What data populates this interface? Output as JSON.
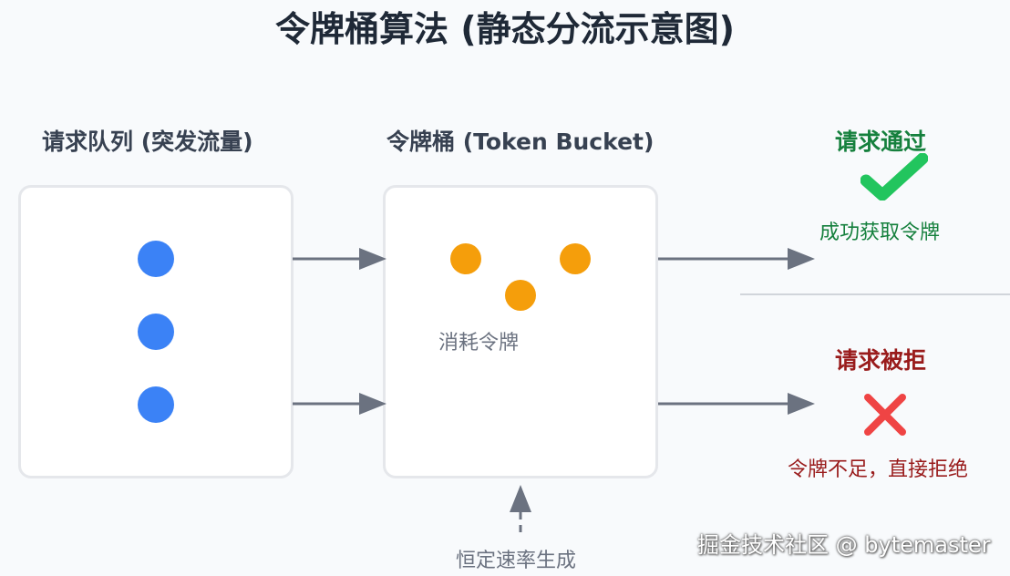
{
  "title": "令牌桶算法 (静态分流示意图)",
  "sections": {
    "queue": {
      "label": "请求队列 (突发流量)"
    },
    "bucket": {
      "label": "令牌桶 (Token Bucket)",
      "consume_label": "消耗令牌"
    },
    "refill": {
      "label": "恒定速率生成"
    }
  },
  "outcomes": {
    "pass": {
      "title": "请求通过",
      "subtitle": "成功获取令牌",
      "icon": "check-mark-icon"
    },
    "reject": {
      "title": "请求被拒",
      "subtitle": "令牌不足，直接拒绝",
      "icon": "cross-mark-icon"
    }
  },
  "colors": {
    "request_dot": "#3b82f6",
    "token_dot": "#f59e0b",
    "pass": "#15803d",
    "reject": "#991b1b",
    "arrow": "#6b7280"
  },
  "watermark": "掘金技术社区 @ bytemaster"
}
